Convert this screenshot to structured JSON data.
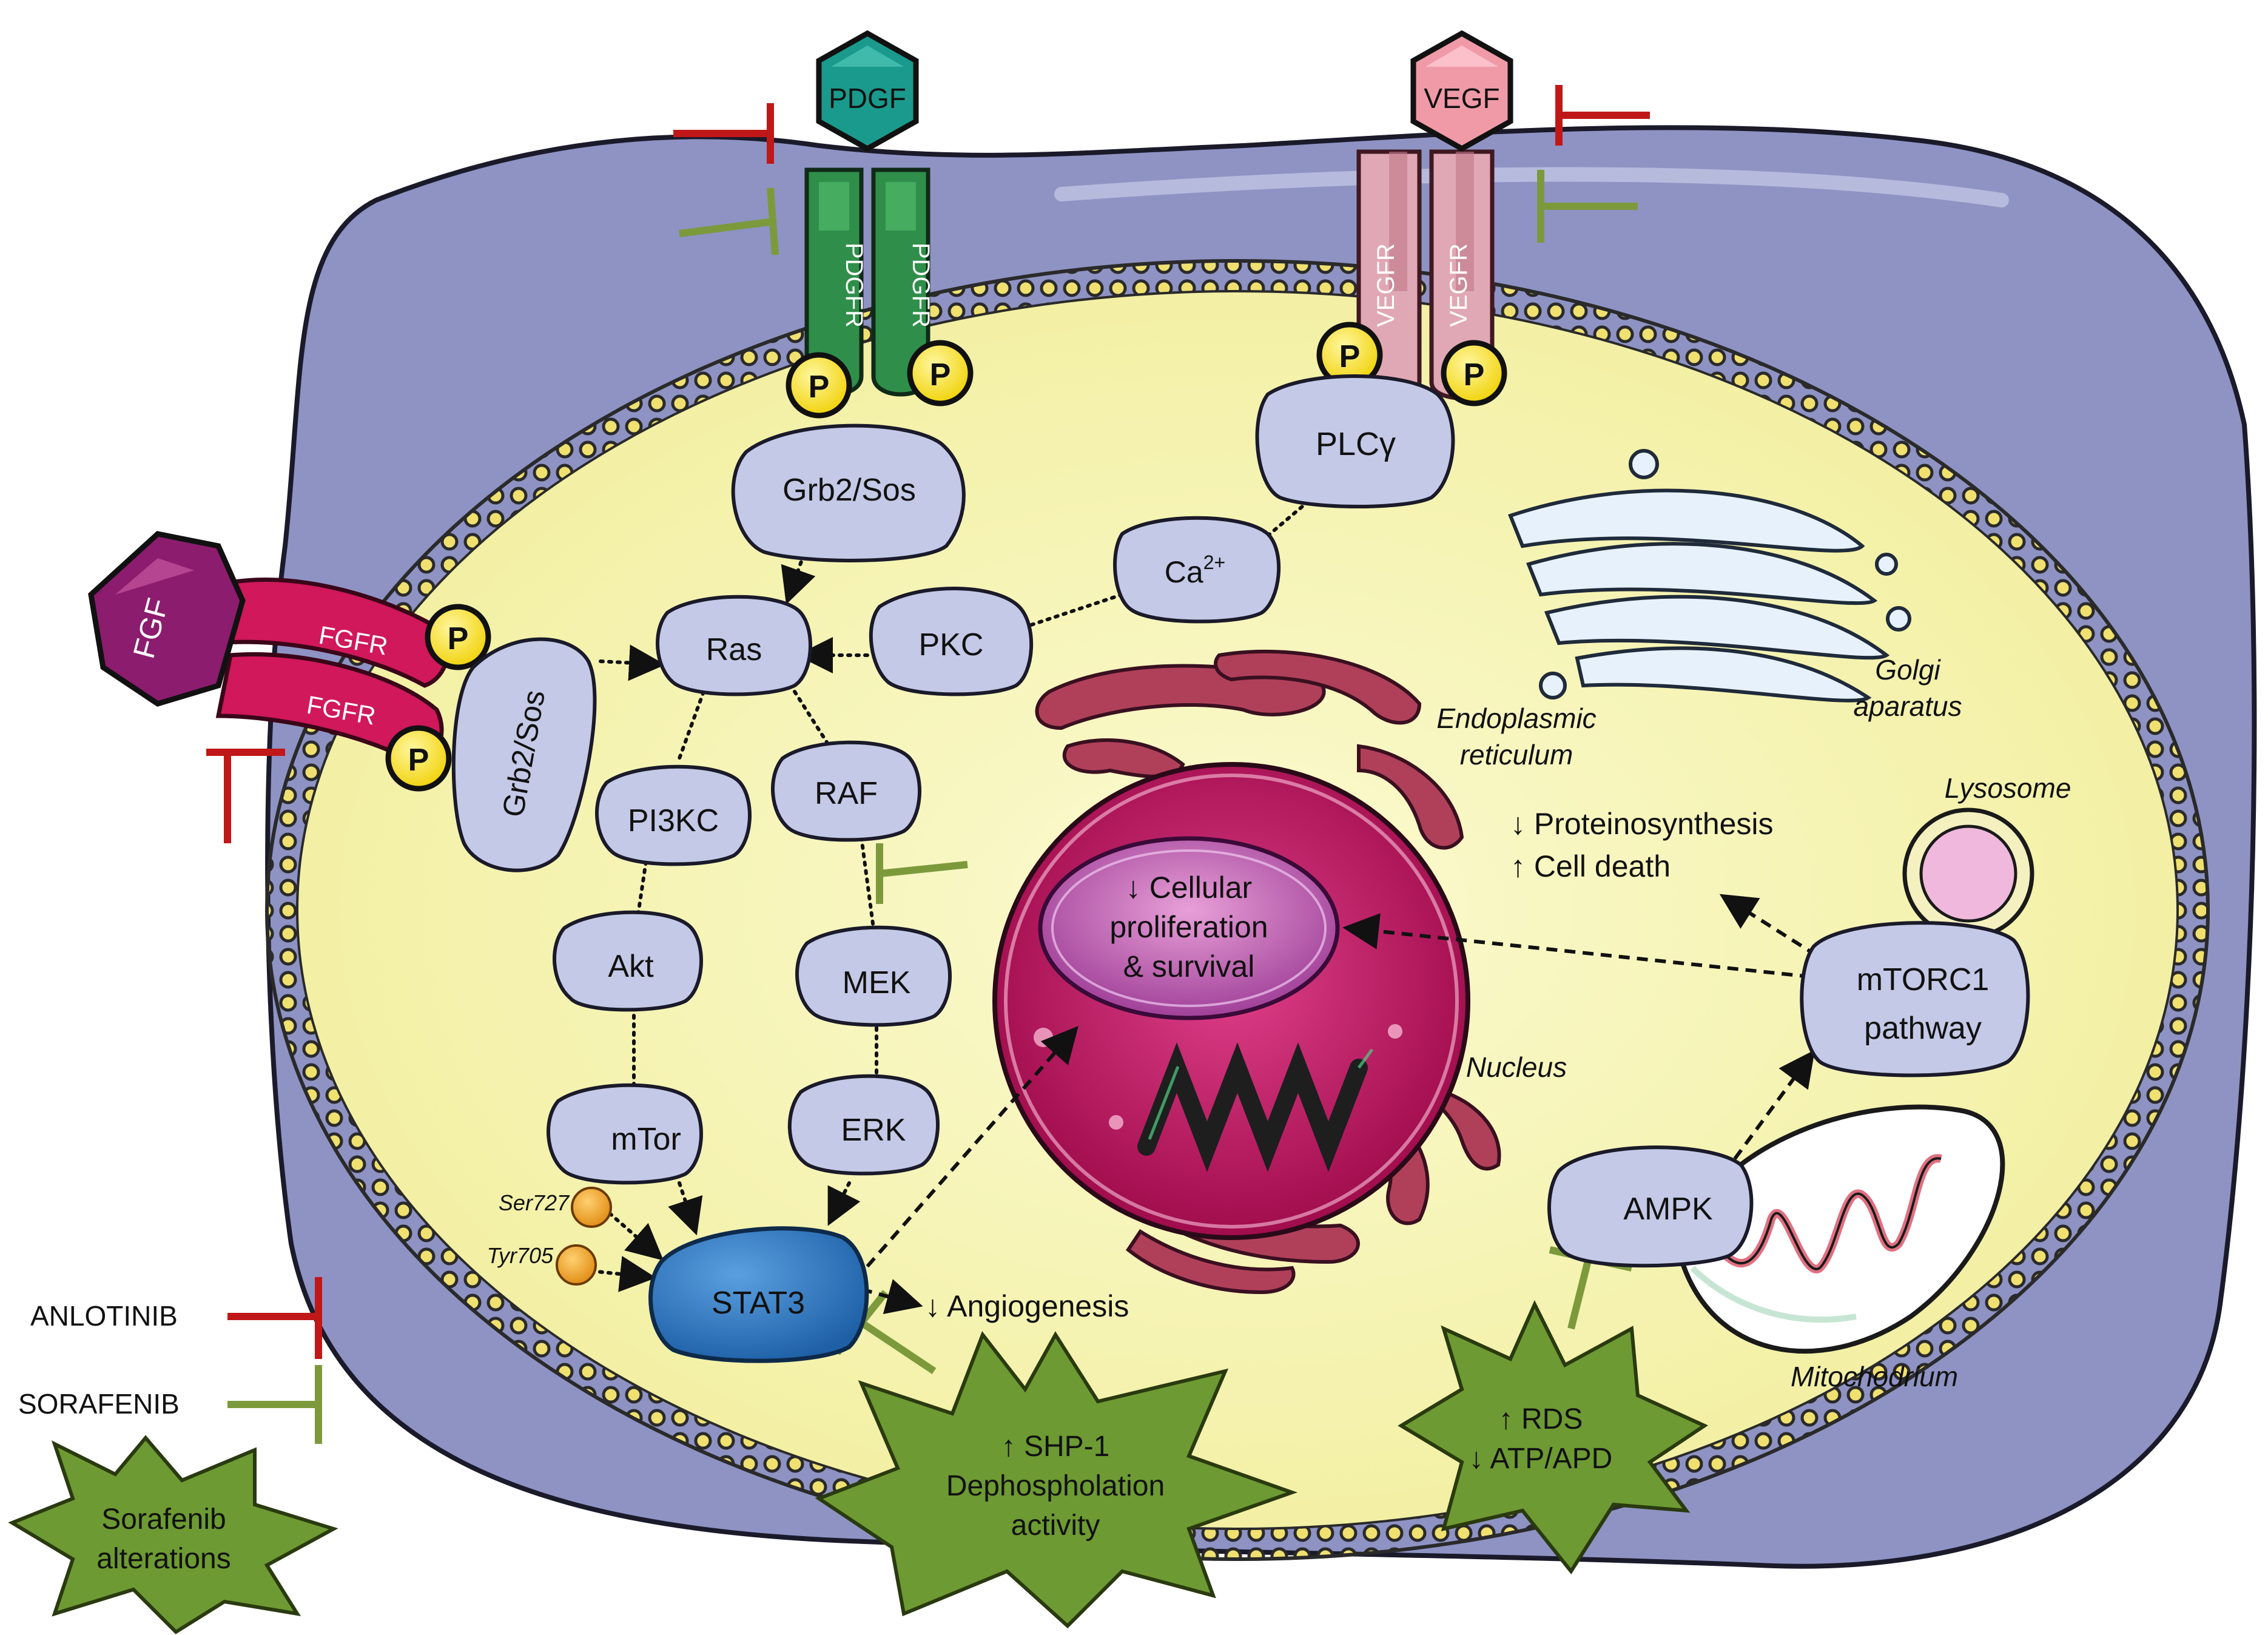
{
  "colors": {
    "outer_cell": "#8e93c4",
    "cytoplasm": "#f3f1a8",
    "protein": "#c3c9e6",
    "anlotinib": "#c01818",
    "sorafenib": "#7c9a3c",
    "stat3": "#2e78c0",
    "nucleus": "#c4145f",
    "er": "#b0405a",
    "starburst": "#6d9a32",
    "pdgf": "#1a9a8c",
    "pdgfr": "#2f8f4a",
    "vegf": "#f09aa8",
    "vegfr": "#e0a8b4",
    "fgf": "#8c1c6e",
    "fgfr": "#d0185a",
    "phospho": "#f5e000"
  },
  "ligands": {
    "pdgf": "PDGF",
    "vegf": "VEGF",
    "fgf": "FGF"
  },
  "receptors": {
    "pdgfr": "PDGFR",
    "vegfr": "VEGFR",
    "fgfr": "FGFR"
  },
  "phospho_label": "P",
  "proteins": {
    "grb2_sos_top": "Grb2/Sos",
    "grb2_sos_left": "Grb2/Sos",
    "plc": "PLCγ",
    "ca": "Ca",
    "ca_sup": "2+",
    "pkc": "PKC",
    "ras": "Ras",
    "raf": "RAF",
    "pi3kc": "PI3KC",
    "akt": "Akt",
    "mek": "MEK",
    "mtor": "mTor",
    "erk": "ERK",
    "stat3": "STAT3",
    "ampk": "AMPK",
    "mtorc1_line1": "mTORC1",
    "mtorc1_line2": "pathway"
  },
  "sites": {
    "ser727": "Ser727",
    "tyr705": "Tyr705"
  },
  "nucleus_text": [
    "↓ Cellular",
    "proliferation",
    "& survival"
  ],
  "effects": {
    "angiogenesis": "↓ Angiogenesis",
    "proteino": "↓ Proteinosynthesis",
    "cell_death": "↑ Cell death"
  },
  "organelles": {
    "golgi_line1": "Golgi",
    "golgi_line2": "aparatus",
    "er_line1": "Endoplasmic",
    "er_line2": "reticulum",
    "lysosome": "Lysosome",
    "nucleus": "Nucleus",
    "mitochondrium": "Mitochodrium"
  },
  "starbursts": {
    "shp1": [
      "↑ SHP-1",
      "Dephospholation",
      "activity"
    ],
    "rds": [
      "↑ RDS",
      "↓ ATP/APD"
    ],
    "sorafenib_alt": [
      "Sorafenib",
      "alterations"
    ]
  },
  "legend": {
    "anlotinib": "ANLOTINIB",
    "sorafenib": "SORAFENIB"
  }
}
